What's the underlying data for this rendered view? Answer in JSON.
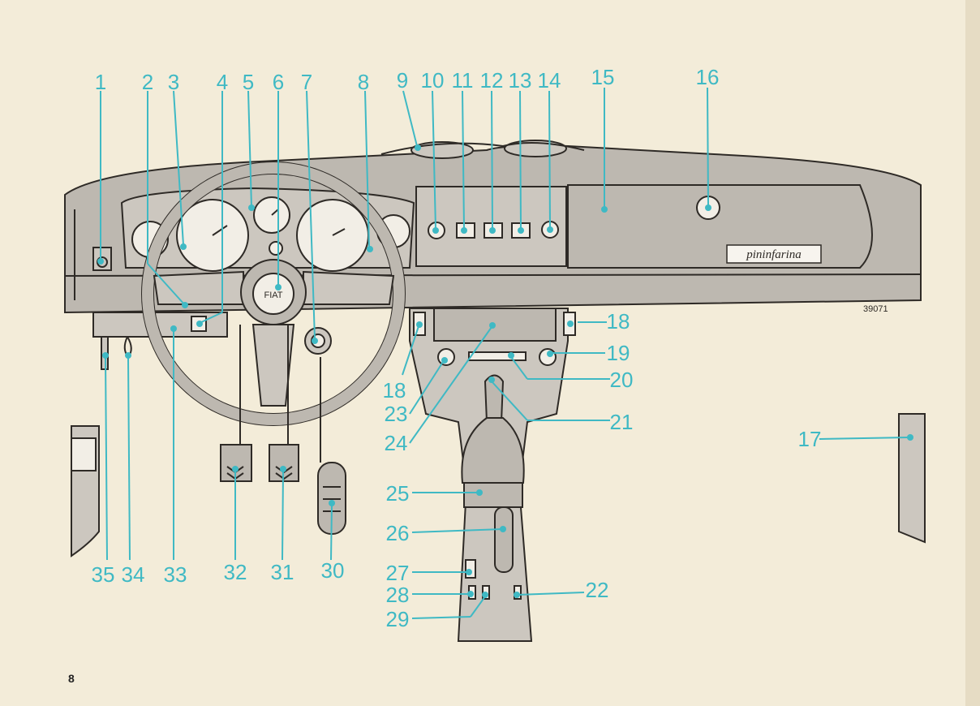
{
  "page_number": "8",
  "figure_code": "39071",
  "brand_plate": "pininfarina",
  "horn_badge": "FIAT",
  "callouts": [
    "1",
    "2",
    "3",
    "4",
    "5",
    "6",
    "7",
    "8",
    "9",
    "10",
    "11",
    "12",
    "13",
    "14",
    "15",
    "16",
    "17",
    "18",
    "18",
    "19",
    "20",
    "21",
    "22",
    "23",
    "24",
    "25",
    "26",
    "27",
    "28",
    "29",
    "30",
    "31",
    "32",
    "33",
    "34",
    "35"
  ],
  "colors": {
    "paper": "#f3ecd9",
    "callout": "#3fb9c4",
    "dash": "#bdb8b0",
    "ink": "#2e2a26"
  }
}
